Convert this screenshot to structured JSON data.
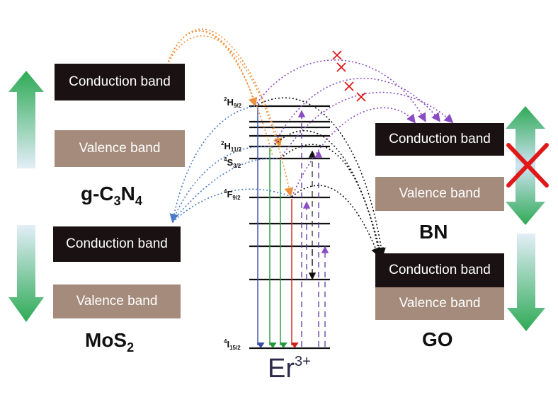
{
  "left_materials": [
    {
      "name_main": "g-C",
      "sub1": "3",
      "mid": "N",
      "sub2": "4",
      "conduction_label": "Conduction band",
      "valence_label": "Valence band"
    },
    {
      "name_main": "MoS",
      "sub1": "2",
      "conduction_label": "Conduction band",
      "valence_label": "Valence band"
    }
  ],
  "right_materials": [
    {
      "name": "BN",
      "conduction_label": "Conduction band",
      "valence_label": "Valence band"
    },
    {
      "name": "GO",
      "conduction_label": "Conduction band",
      "valence_label": "Valence band"
    }
  ],
  "center_ion": {
    "symbol": "Er",
    "charge": "3+"
  },
  "energy_levels": [
    {
      "sup": "2",
      "letter": "H",
      "sub": "9/2"
    },
    {
      "sup": "2",
      "letter": "H",
      "sub": "11/2"
    },
    {
      "sup": "4",
      "letter": "S",
      "sub": "3/2"
    },
    {
      "sup": "4",
      "letter": "F",
      "sub": "9/2"
    },
    {
      "sup": "4",
      "letter": "I",
      "sub": "15/2"
    }
  ],
  "colors": {
    "conduction_band_bg": "#1a1212",
    "valence_band_bg": "#a48b7b",
    "arrow_green": "#2eaa55",
    "arrow_pale": "#cfe3f3",
    "blocked_cross": "#e01818",
    "orange_path": "#f0903a",
    "blue_path": "#4a7ac8",
    "purple_path": "#8a4cc4",
    "black_path": "#111111",
    "emission_blue": "#3a4aa8",
    "emission_green": "#1f9a3a",
    "emission_red": "#d02020"
  }
}
